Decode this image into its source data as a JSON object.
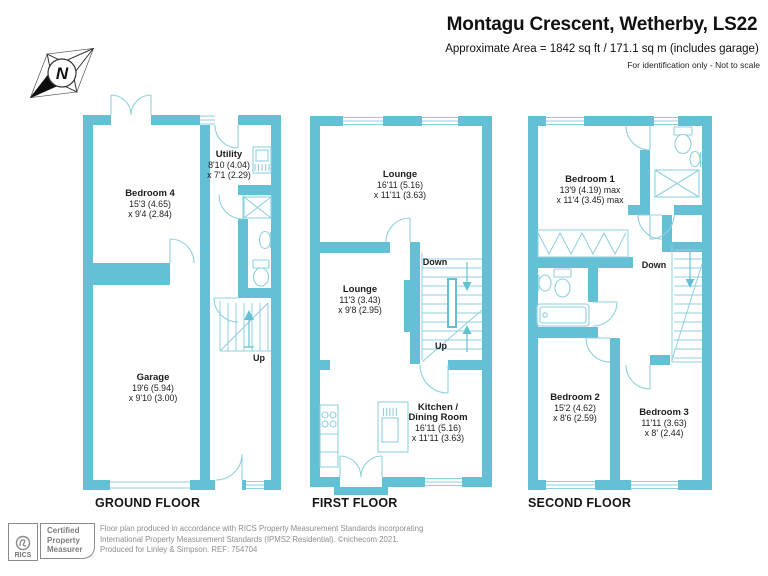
{
  "header": {
    "title": "Montagu Crescent, Wetherby, LS22",
    "subtitle": "Approximate Area = 1842 sq ft / 171.1 sq m (includes garage)",
    "note": "For identification only - Not to scale"
  },
  "compass": {
    "north_label": "N"
  },
  "colors": {
    "wall": "#64c0d5",
    "thin_line": "#8fd0df",
    "text": "#1c1c1c",
    "footer_gray": "#8d8d8d"
  },
  "ground": {
    "caption": "GROUND FLOOR",
    "stair_label": "Up",
    "rooms": {
      "bedroom4": {
        "name": "Bedroom 4",
        "d1": "15'3 (4.65)",
        "d2": "x 9'4 (2.84)"
      },
      "utility": {
        "name": "Utility",
        "d1": "8'10 (4.04)",
        "d2": "x 7'1 (2.29)"
      },
      "garage": {
        "name": "Garage",
        "d1": "19'6 (5.94)",
        "d2": "x 9'10 (3.00)"
      }
    }
  },
  "first": {
    "caption": "FIRST FLOOR",
    "stair_label_down": "Down",
    "stair_label_up": "Up",
    "rooms": {
      "lounge_main": {
        "name": "Lounge",
        "d1": "16'11 (5.16)",
        "d2": "x 11'11 (3.63)"
      },
      "lounge_small": {
        "name": "Lounge",
        "d1": "11'3 (3.43)",
        "d2": "x 9'8 (2.95)"
      },
      "kitchen": {
        "name": "Kitchen /",
        "name2": "Dining Room",
        "d1": "16'11 (5.16)",
        "d2": "x 11'11 (3.63)"
      }
    }
  },
  "second": {
    "caption": "SECOND FLOOR",
    "stair_label": "Down",
    "rooms": {
      "bedroom1": {
        "name": "Bedroom 1",
        "d1": "13'9 (4.19) max",
        "d2": "x 11'4 (3.45) max"
      },
      "bedroom2": {
        "name": "Bedroom 2",
        "d1": "15'2 (4.62)",
        "d2": "x 8'6 (2.59)"
      },
      "bedroom3": {
        "name": "Bedroom 3",
        "d1": "11'11 (3.63)",
        "d2": "x 8' (2.44)"
      }
    }
  },
  "footer": {
    "brand": "RICS",
    "badge_line1": "Certified",
    "badge_line2": "Property",
    "badge_line3": "Measurer",
    "disclaimer_line1": "Floor plan produced in accordance with RICS Property Measurement Standards incorporating",
    "disclaimer_line2": "International Property Measurement Standards (IPMS2 Residential).  ©nichecom 2021.",
    "disclaimer_line3": "Produced for Linley & Simpson.   REF: 754704"
  }
}
